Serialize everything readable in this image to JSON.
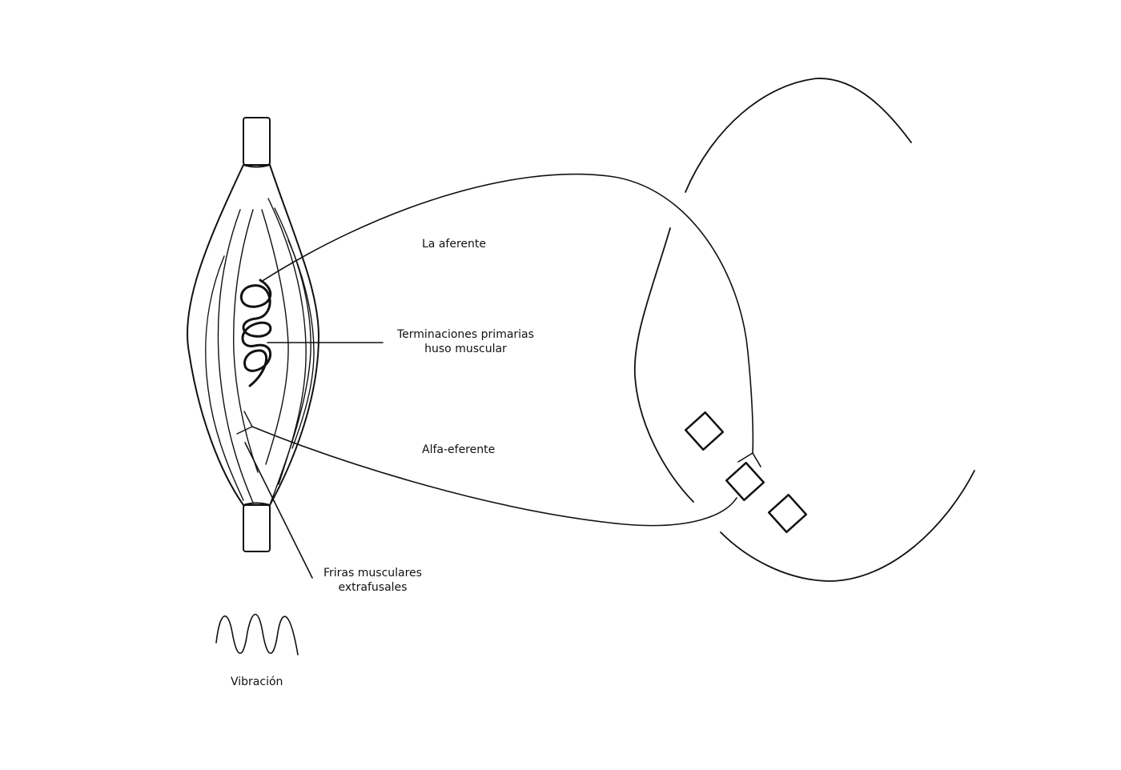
{
  "labels": {
    "ia_afferent": "La aferente",
    "primary_endings_line1": "Terminaciones primarias",
    "primary_endings_line2": "huso muscular",
    "alpha_efferent": "Alfa-eferente",
    "extrafusal_line1": "Friras musculares",
    "extrafusal_line2": "extrafusales",
    "vibration": "Vibración"
  },
  "colors": {
    "line": "#111111",
    "background": "#ffffff"
  }
}
